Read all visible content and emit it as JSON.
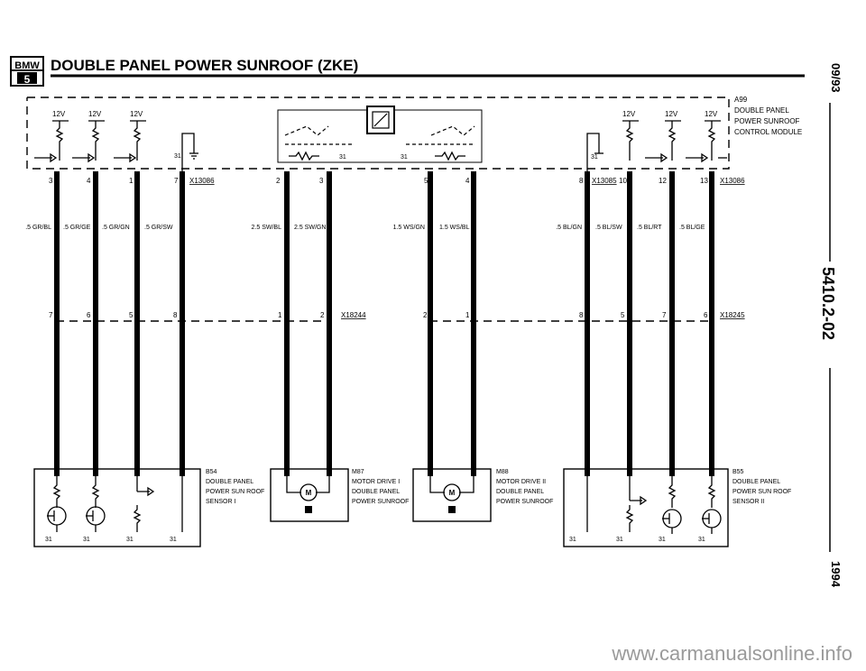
{
  "header": {
    "logo_text": "BMW",
    "logo_series": "5",
    "title": "DOUBLE PANEL POWER SUNROOF (ZKE)"
  },
  "side": {
    "date": "09/93",
    "code": "5410.2-02",
    "year": "1994"
  },
  "supply_labels": [
    "12V",
    "12V",
    "12V",
    "12V",
    "12V",
    "12V"
  ],
  "ground_label": "31",
  "module": {
    "id": "A99",
    "lines": [
      "DOUBLE PANEL",
      "POWER SUNROOF",
      "CONTROL MODULE"
    ]
  },
  "connectors": {
    "x13086": "X13086",
    "x13085": "X13085",
    "x18244": "X18244",
    "x18245": "X18245"
  },
  "module_pins": [
    "3",
    "4",
    "1",
    "7",
    "2",
    "3",
    "5",
    "4",
    "8",
    "10",
    "12",
    "13"
  ],
  "inline_pins": [
    "7",
    "6",
    "5",
    "8",
    "1",
    "2",
    "2",
    "1",
    "8",
    "5",
    "7",
    "6"
  ],
  "wires": [
    ".5 GR/BL",
    ".5 GR/GE",
    ".5 GR/GN",
    ".5 GR/SW",
    "2.5 SW/BL",
    "2.5 SW/GN",
    "1.5 WS/GN",
    "1.5 WS/BL",
    ".5 BL/GN",
    ".5 BL/SW",
    ".5 BL/RT",
    ".5 BL/GE"
  ],
  "components": {
    "b54": {
      "id": "B54",
      "lines": [
        "DOUBLE PANEL",
        "POWER SUN ROOF",
        "SENSOR I"
      ]
    },
    "m87": {
      "id": "M87",
      "lines": [
        "MOTOR DRIVE I",
        "DOUBLE PANEL",
        "POWER SUNROOF"
      ]
    },
    "m88": {
      "id": "M88",
      "lines": [
        "MOTOR DRIVE II",
        "DOUBLE PANEL",
        "POWER SUNROOF"
      ]
    },
    "b55": {
      "id": "B55",
      "lines": [
        "DOUBLE PANEL",
        "POWER SUN ROOF",
        "SENSOR II"
      ]
    }
  },
  "motor_symbol": "M",
  "watermark": "www.carmanualsonline.info"
}
